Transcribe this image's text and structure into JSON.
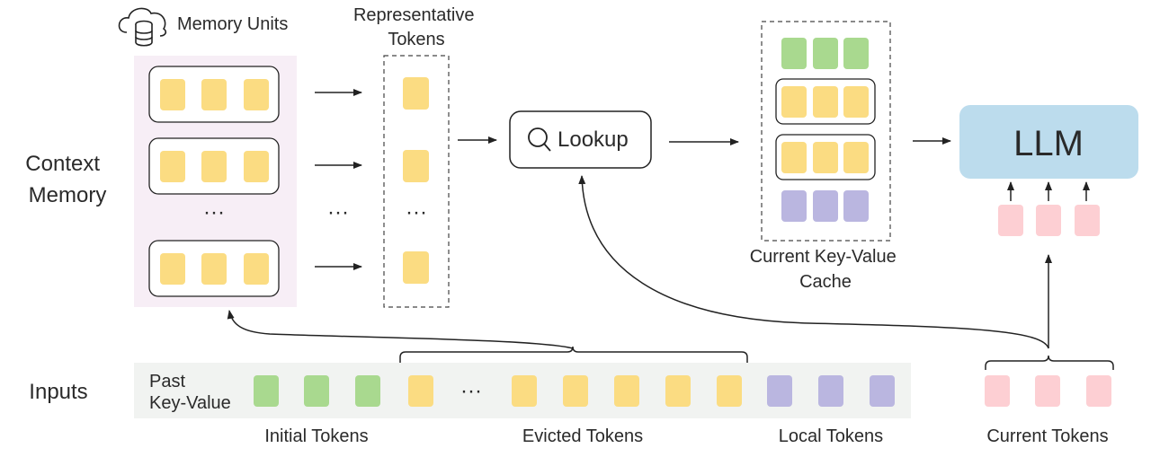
{
  "labels": {
    "memory_units": "Memory Units",
    "representative_tokens": [
      "Representative",
      "Tokens"
    ],
    "context_memory": [
      "Context",
      "Memory"
    ],
    "lookup": "Lookup",
    "current_kv_cache": [
      "Current Key-Value",
      "Cache"
    ],
    "llm": "LLM",
    "inputs": "Inputs",
    "past_kv": [
      "Past",
      "Key-Value"
    ],
    "initial_tokens": "Initial Tokens",
    "evicted_tokens": "Evicted Tokens",
    "local_tokens": "Local Tokens",
    "current_tokens": "Current Tokens",
    "ellipsis": "···"
  },
  "colors": {
    "initial_token": "#a9d98f",
    "evicted_token": "#fbdc82",
    "local_token": "#bab6e0",
    "current_token": "#fdcfd3",
    "llm_box": "#bcdced",
    "context_memory_bg": "#f7eef6",
    "inputs_bg": "#f1f3f1"
  },
  "icons": [
    "cloud-database-icon",
    "search-icon"
  ]
}
